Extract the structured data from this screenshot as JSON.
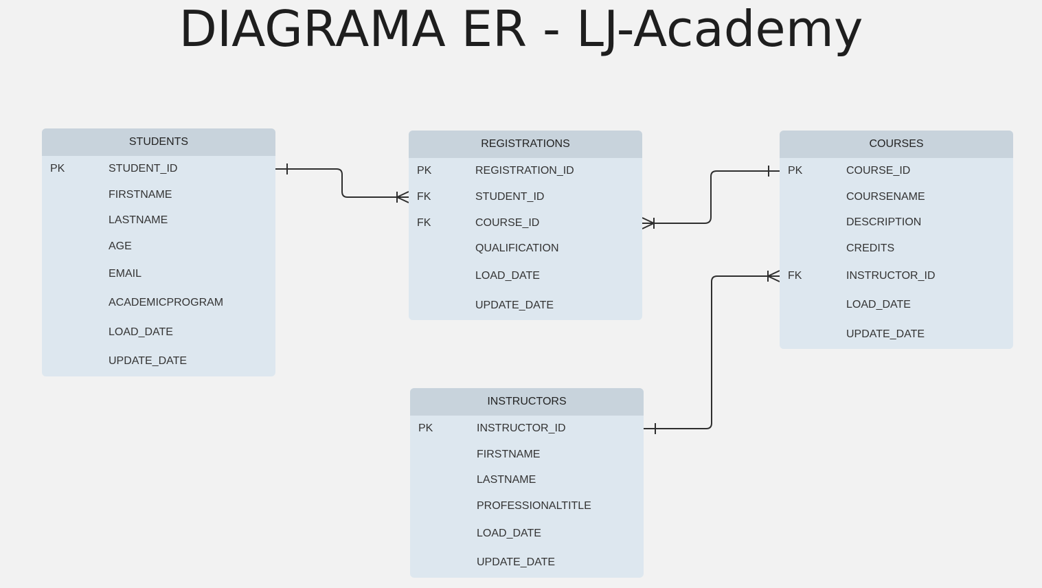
{
  "title": "DIAGRAMA ER - LJ-Academy",
  "students": {
    "name": "STUDENTS",
    "rows": [
      {
        "key": "PK",
        "field": "STUDENT_ID"
      },
      {
        "key": "",
        "field": "FIRSTNAME"
      },
      {
        "key": "",
        "field": "LASTNAME"
      },
      {
        "key": "",
        "field": "AGE"
      },
      {
        "key": "",
        "field": "EMAIL"
      },
      {
        "key": "",
        "field": "ACADEMICPROGRAM"
      },
      {
        "key": "",
        "field": "LOAD_DATE"
      },
      {
        "key": "",
        "field": "UPDATE_DATE"
      }
    ]
  },
  "registrations": {
    "name": "REGISTRATIONS",
    "rows": [
      {
        "key": "PK",
        "field": "REGISTRATION_ID"
      },
      {
        "key": "FK",
        "field": "STUDENT_ID"
      },
      {
        "key": "FK",
        "field": "COURSE_ID"
      },
      {
        "key": "",
        "field": "QUALIFICATION"
      },
      {
        "key": "",
        "field": "LOAD_DATE"
      },
      {
        "key": "",
        "field": "UPDATE_DATE"
      }
    ]
  },
  "courses": {
    "name": "COURSES",
    "rows": [
      {
        "key": "PK",
        "field": "COURSE_ID"
      },
      {
        "key": "",
        "field": "COURSENAME"
      },
      {
        "key": "",
        "field": "DESCRIPTION"
      },
      {
        "key": "",
        "field": "CREDITS"
      },
      {
        "key": "FK",
        "field": "INSTRUCTOR_ID"
      },
      {
        "key": "",
        "field": "LOAD_DATE"
      },
      {
        "key": "",
        "field": "UPDATE_DATE"
      }
    ]
  },
  "instructors": {
    "name": "INSTRUCTORS",
    "rows": [
      {
        "key": "PK",
        "field": "INSTRUCTOR_ID"
      },
      {
        "key": "",
        "field": "FIRSTNAME"
      },
      {
        "key": "",
        "field": "LASTNAME"
      },
      {
        "key": "",
        "field": "PROFESSIONALTITLE"
      },
      {
        "key": "",
        "field": "LOAD_DATE"
      },
      {
        "key": "",
        "field": "UPDATE_DATE"
      }
    ]
  },
  "relationships": [
    {
      "from": "students.STUDENT_ID",
      "from_cardinality": "one",
      "to": "registrations.STUDENT_ID",
      "to_cardinality": "many"
    },
    {
      "from": "courses.COURSE_ID",
      "from_cardinality": "one",
      "to": "registrations.COURSE_ID",
      "to_cardinality": "many"
    },
    {
      "from": "instructors.INSTRUCTOR_ID",
      "from_cardinality": "one",
      "to": "courses.INSTRUCTOR_ID",
      "to_cardinality": "many"
    }
  ],
  "colors": {
    "background": "#f2f2f2",
    "header": "#c8d3dc",
    "body": "#dde7ef",
    "line": "#2e2e2e"
  }
}
